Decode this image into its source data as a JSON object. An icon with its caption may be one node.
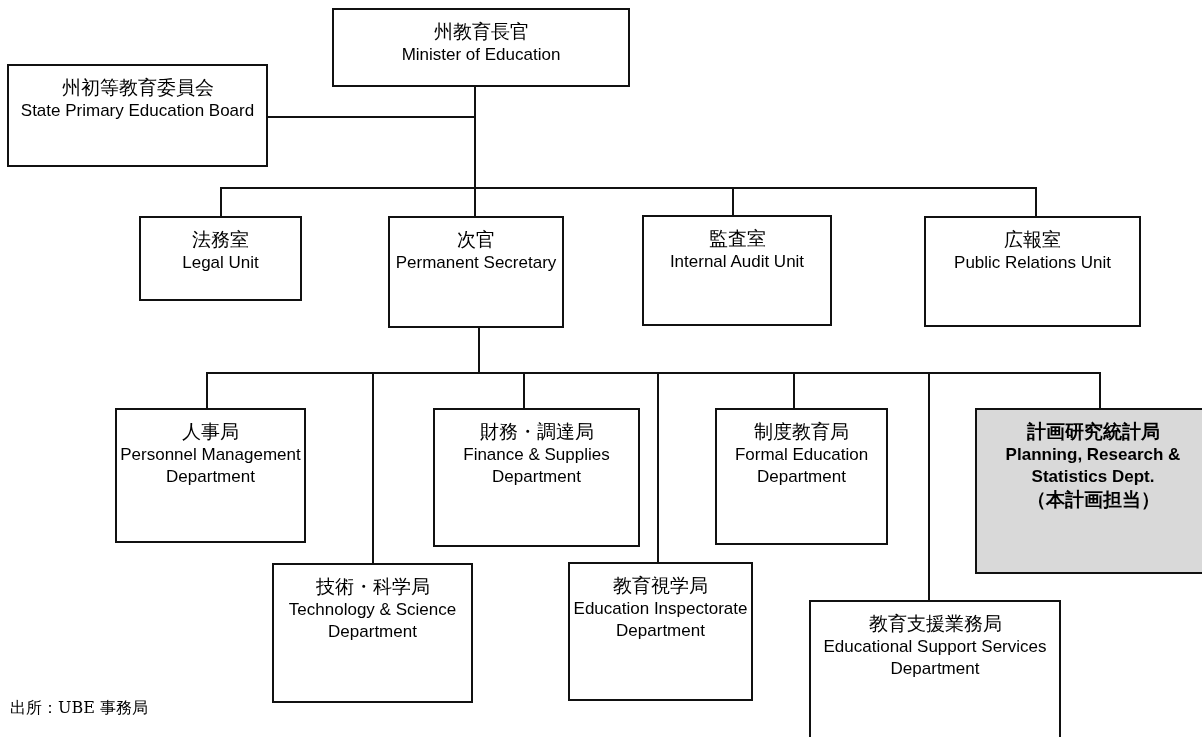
{
  "diagram": {
    "nodes": [
      {
        "text": [
          "州教育長官",
          "Minister of Education"
        ]
      },
      {
        "text": [
          "州初等教育委員会",
          "State Primary Education Board"
        ]
      },
      {
        "text": [
          "法務室",
          "Legal Unit"
        ]
      },
      {
        "text": [
          "次官",
          "Permanent Secretary"
        ]
      },
      {
        "text": [
          "監査室",
          "Internal Audit Unit"
        ]
      },
      {
        "text": [
          "広報室",
          "Public Relations Unit"
        ]
      },
      {
        "text": [
          "人事局",
          "Personnel Management Department"
        ]
      },
      {
        "text": [
          "技術・科学局",
          "Technology & Science Department"
        ]
      },
      {
        "text": [
          "財務・調達局",
          "Finance & Supplies Department"
        ]
      },
      {
        "text": [
          "教育視学局",
          "Education Inspectorate Department"
        ]
      },
      {
        "text": [
          "制度教育局",
          "Formal Education Department"
        ]
      },
      {
        "text": [
          "教育支援業務局",
          "Educational Support Services Department"
        ]
      },
      {
        "text": [
          "計画研究統計局",
          "Planning, Research & Statistics Dept.",
          "（本計画担当）"
        ]
      }
    ],
    "edges": [
      {
        "from": 0,
        "to": 1,
        "arrow": "none"
      },
      {
        "from": 0,
        "to": 2,
        "arrow": "none"
      },
      {
        "from": 0,
        "to": 3,
        "arrow": "none"
      },
      {
        "from": 0,
        "to": 4,
        "arrow": "none"
      },
      {
        "from": 0,
        "to": 5,
        "arrow": "none"
      },
      {
        "from": 3,
        "to": 6,
        "arrow": "none"
      },
      {
        "from": 3,
        "to": 7,
        "arrow": "none"
      },
      {
        "from": 3,
        "to": 8,
        "arrow": "none"
      },
      {
        "from": 3,
        "to": 9,
        "arrow": "none"
      },
      {
        "from": 3,
        "to": 10,
        "arrow": "none"
      },
      {
        "from": 3,
        "to": 11,
        "arrow": "none"
      },
      {
        "from": 3,
        "to": 12,
        "arrow": "none"
      }
    ],
    "labels": [
      "出所：UBE 事務局"
    ]
  }
}
